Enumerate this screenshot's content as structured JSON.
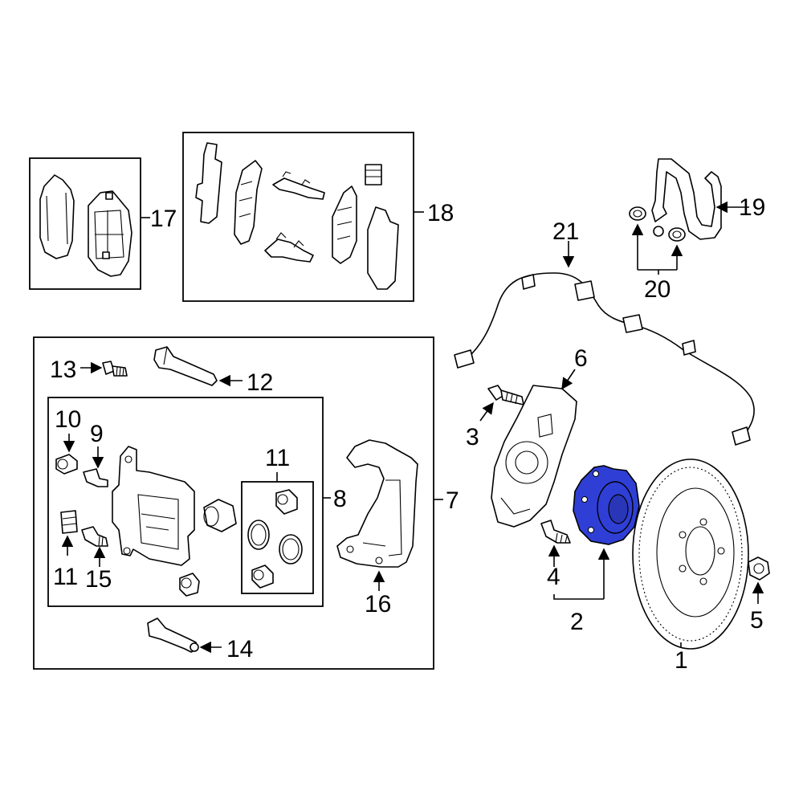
{
  "callouts": {
    "c1": "1",
    "c2": "2",
    "c3": "3",
    "c4": "4",
    "c5": "5",
    "c6": "6",
    "c7": "7",
    "c8": "8",
    "c9": "9",
    "c10": "10",
    "c11a": "11",
    "c11b": "11",
    "c12": "12",
    "c13": "13",
    "c14": "14",
    "c15": "15",
    "c16": "16",
    "c17": "17",
    "c18": "18",
    "c19": "19",
    "c20": "20",
    "c21": "21"
  },
  "colors": {
    "highlight": "#2f3fd6",
    "line": "#000000"
  },
  "highlighted_part": "2"
}
